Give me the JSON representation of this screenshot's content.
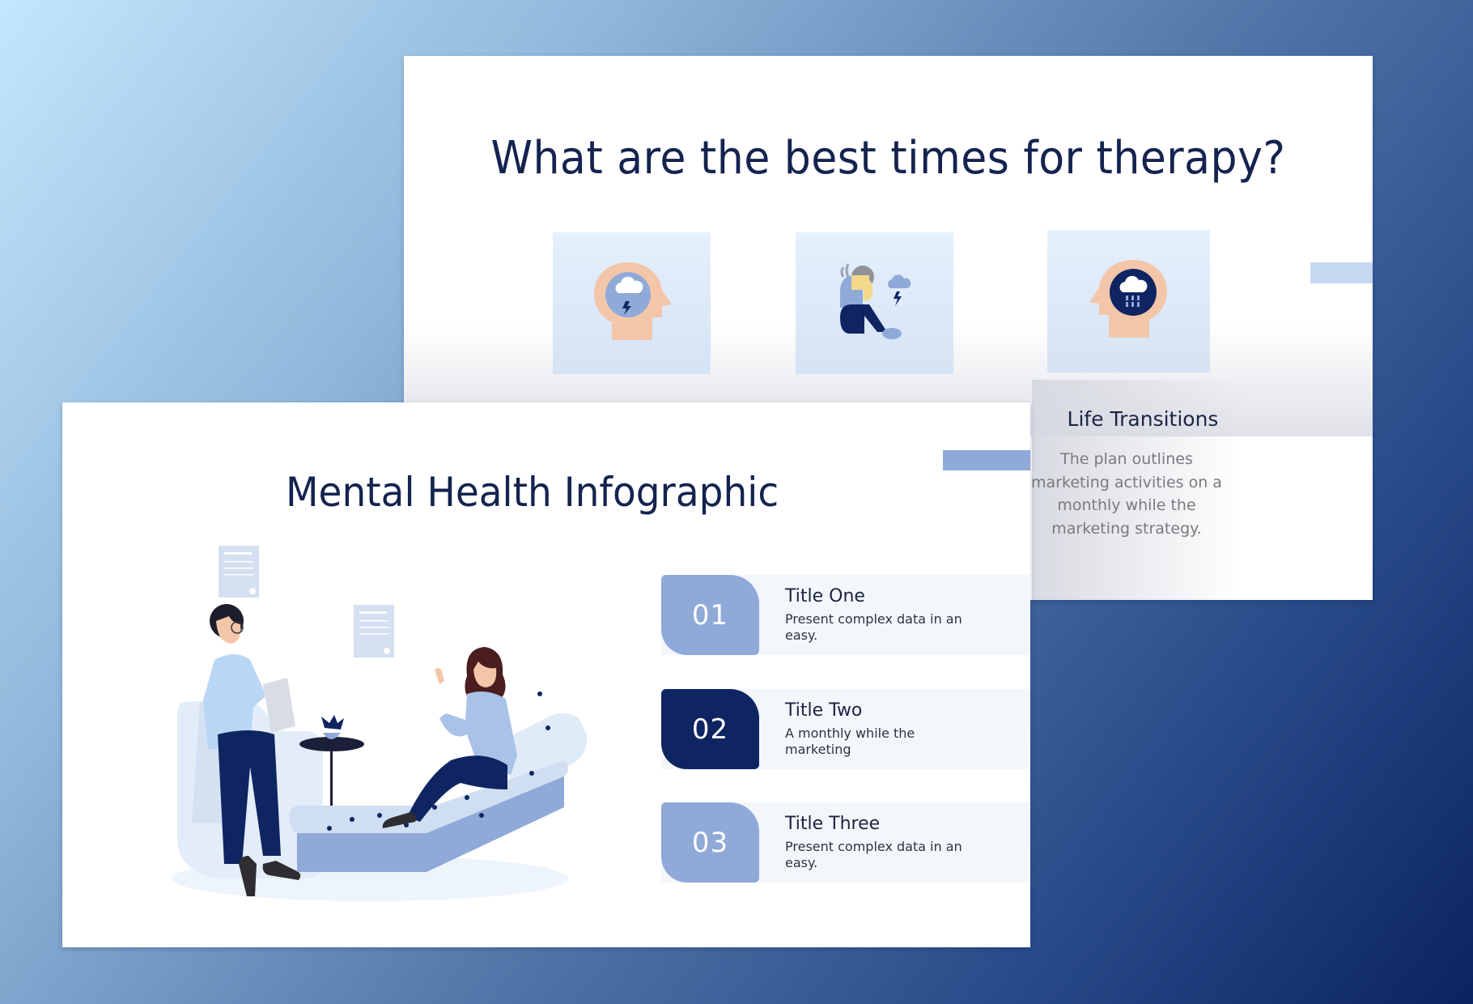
{
  "colors": {
    "background_start": "#c2e8fc",
    "background_end": "#0b2362",
    "navy": "#0f2562",
    "accent_blue": "#8fa9d8",
    "light_accent": "#c4d8f2",
    "card_bg": "#e2eefb",
    "skin": "#f3c6aa"
  },
  "back_slide": {
    "title": "What are the best times for therapy?",
    "cards": [
      {
        "icon": "head-cloud-lightning-icon"
      },
      {
        "icon": "distressed-person-storm-icon"
      },
      {
        "icon": "head-rain-cloud-icon"
      }
    ],
    "transition": {
      "title": "Life Transitions",
      "body": "The plan outlines marketing activities on a monthly  while the marketing strategy."
    }
  },
  "front_slide": {
    "title": "Mental Health Infographic",
    "illustration": "therapist-and-patient-session-illustration",
    "items": [
      {
        "number": "01",
        "title": "Title One",
        "desc": "Present complex data in an easy.",
        "box_color": "#8fa9d8"
      },
      {
        "number": "02",
        "title": "Title Two",
        "desc": "A monthly  while the marketing",
        "box_color": "#0f2562"
      },
      {
        "number": "03",
        "title": "Title Three",
        "desc": "Present complex data in an easy.",
        "box_color": "#8fa9d8"
      }
    ]
  }
}
